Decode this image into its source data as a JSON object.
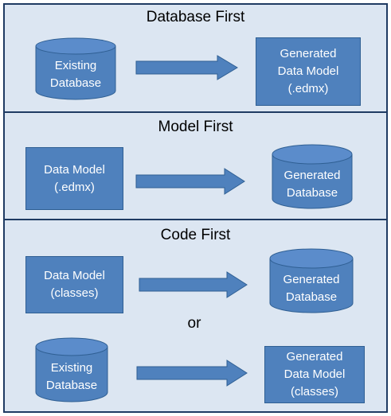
{
  "colors": {
    "panel_fill": "#dce6f2",
    "border": "#1f3b63",
    "shape_fill": "#4f81bd",
    "shape_stroke": "#2f5f93",
    "shape_text": "#ffffff"
  },
  "sections": [
    {
      "title": "Database First",
      "source": {
        "shape": "cylinder",
        "label": "Existing\nDatabase"
      },
      "arrow_icon": "right-arrow-icon",
      "target": {
        "shape": "box",
        "label": "Generated\nData Model\n(.edmx)"
      }
    },
    {
      "title": "Model First",
      "source": {
        "shape": "box",
        "label": "Data Model\n(.edmx)"
      },
      "arrow_icon": "right-arrow-icon",
      "target": {
        "shape": "cylinder",
        "label": "Generated\nDatabase"
      }
    },
    {
      "title": "Code First",
      "option_a": {
        "source": {
          "shape": "box",
          "label": "Data Model\n(classes)"
        },
        "arrow_icon": "right-arrow-icon",
        "target": {
          "shape": "cylinder",
          "label": "Generated\nDatabase"
        }
      },
      "separator": "or",
      "option_b": {
        "source": {
          "shape": "cylinder",
          "label": "Existing\nDatabase"
        },
        "arrow_icon": "right-arrow-icon",
        "target": {
          "shape": "box",
          "label": "Generated\nData Model\n(classes)"
        }
      }
    }
  ]
}
